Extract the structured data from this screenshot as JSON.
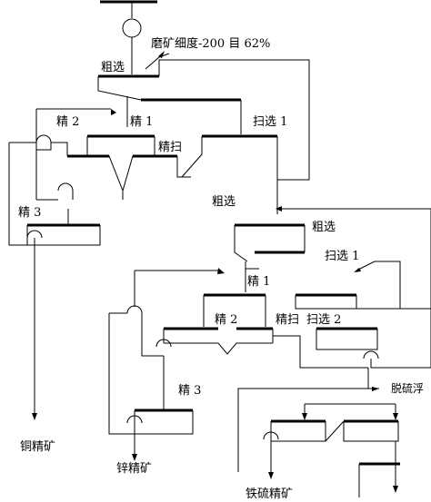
{
  "labels": {
    "grinding": "磨矿细度-200 目 62%",
    "cu_rougher": "粗选",
    "cu_cleaner1": "精 1",
    "cu_cleaner2": "精 2",
    "cu_cleaner3": "精 3",
    "cu_cleaner_scav": "精扫",
    "cu_scavenger1": "扫选 1",
    "cu_concentrate": "铜精矿",
    "zn_rougher_stage": "粗选",
    "zn_rougher": "粗选",
    "zn_cleaner1": "精 1",
    "zn_cleaner2": "精 2",
    "zn_cleaner3": "精 3",
    "zn_cleaner_scav": "精扫",
    "zn_scavenger1": "扫选 1",
    "zn_scavenger2": "扫选 2",
    "zn_concentrate": "锌精矿",
    "desulfurization": "脱硫浮",
    "fe_s_concentrate": "铁硫精矿"
  }
}
